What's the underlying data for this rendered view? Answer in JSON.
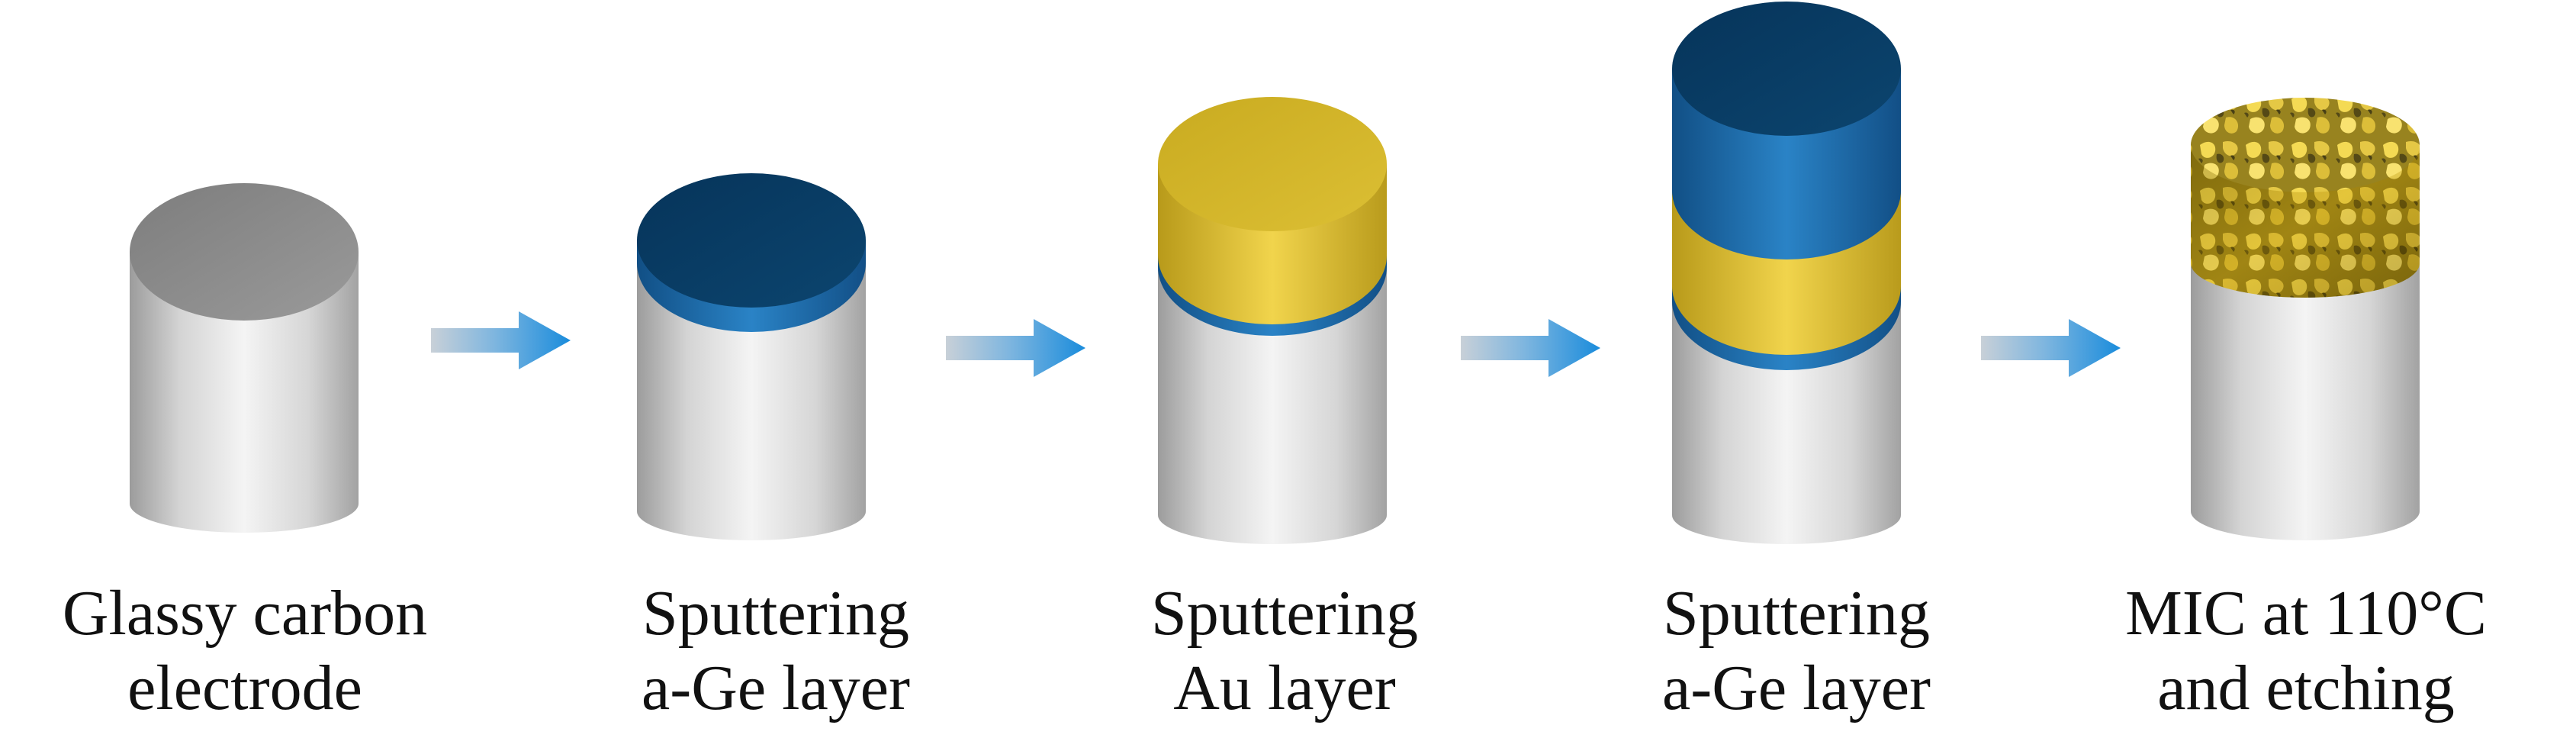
{
  "steps": [
    {
      "line1": "Glassy carbon",
      "line2": "electrode",
      "layers": []
    },
    {
      "line1": "Sputtering",
      "line2": "a-Ge layer",
      "layers": [
        "a-Ge"
      ]
    },
    {
      "line1": "Sputtering",
      "line2": "Au layer",
      "layers": [
        "a-Ge",
        "Au"
      ]
    },
    {
      "line1": "Sputtering",
      "line2": "a-Ge layer",
      "layers": [
        "a-Ge",
        "Au",
        "a-Ge"
      ]
    },
    {
      "line1": "MIC at 110°C",
      "line2": "and etching",
      "layers": [
        "porous-Au"
      ]
    }
  ],
  "colors": {
    "carbon_body": "#c8c8c8",
    "carbon_top": "#8a8a8a",
    "ge_top": "#0a3d66",
    "ge_side": "#1d6fb0",
    "au_top": "#d4b628",
    "au_side": "#e8c83a",
    "arrow": "#1e8fd8"
  }
}
